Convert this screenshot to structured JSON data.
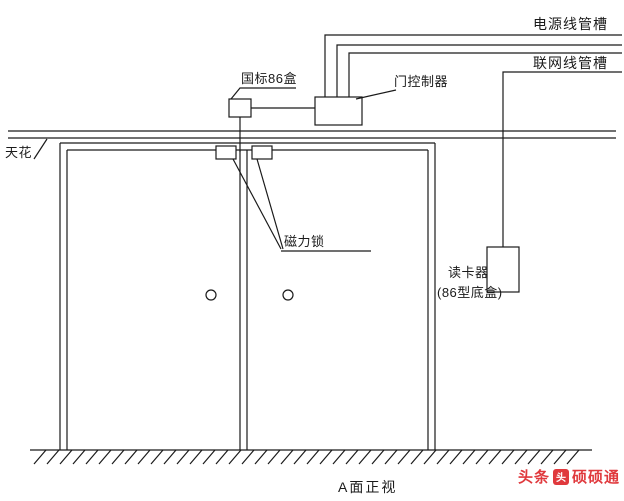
{
  "labels": {
    "power_conduit": "电源线管槽",
    "network_conduit": "联网线管槽",
    "gb86_box": "国标86盒",
    "door_controller": "门控制器",
    "ceiling": "天花",
    "magnetic_lock": "磁力锁",
    "card_reader": "读卡器",
    "card_reader_note": "(86型底盒)",
    "view_caption": "A面正视"
  },
  "watermark": {
    "prefix": "头条",
    "icon_glyph": "头",
    "suffix": "硕硕通"
  },
  "colors": {
    "line": "#1a1a1a",
    "accent_red": "#e0393d",
    "background": "#ffffff"
  }
}
